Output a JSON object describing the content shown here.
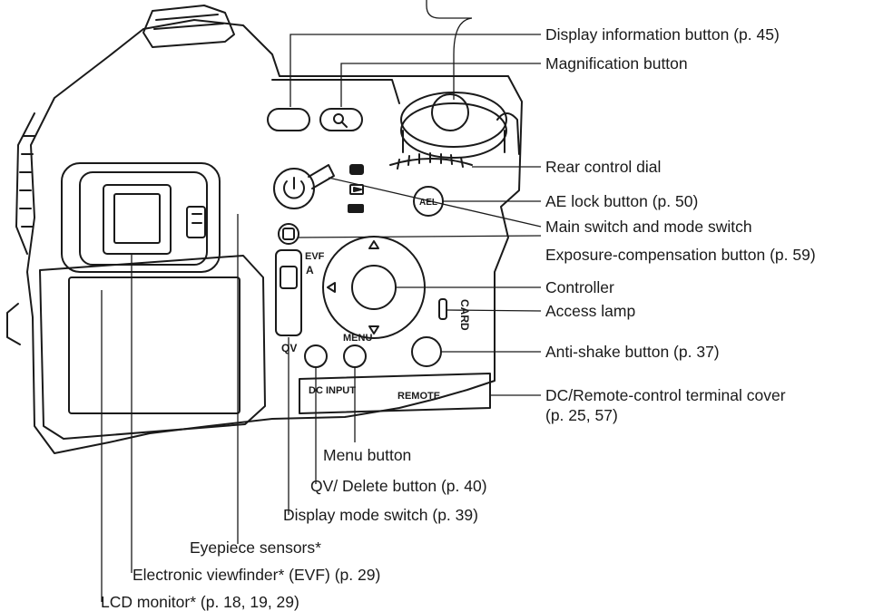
{
  "labels": {
    "display_info": "Display information button (p. 45)",
    "magnification": "Magnification button",
    "rear_dial": "Rear control dial",
    "ae_lock": "AE lock button (p. 50)",
    "main_switch": "Main switch and mode switch",
    "exposure_comp": "Exposure-compensation button (p. 59)",
    "controller": "Controller",
    "access_lamp": "Access lamp",
    "anti_shake": "Anti-shake button (p. 37)",
    "dc_remote_line1": "DC/Remote-control terminal cover",
    "dc_remote_line2": "(p. 25, 57)",
    "menu_button": "Menu button",
    "qv_delete": "QV/ Delete button (p. 40)",
    "display_mode": "Display mode switch (p. 39)",
    "eyepiece": "Eyepiece sensors*",
    "evf": "Electronic viewfinder* (EVF) (p. 29)",
    "lcd": "LCD monitor* (p. 18, 19, 29)"
  },
  "markings": {
    "ael": "AEL",
    "evf": "EVF",
    "a": "A",
    "qv": "QV",
    "menu": "MENU",
    "card": "CARD",
    "dc_input": "DC INPUT",
    "remote": "REMOTE"
  }
}
